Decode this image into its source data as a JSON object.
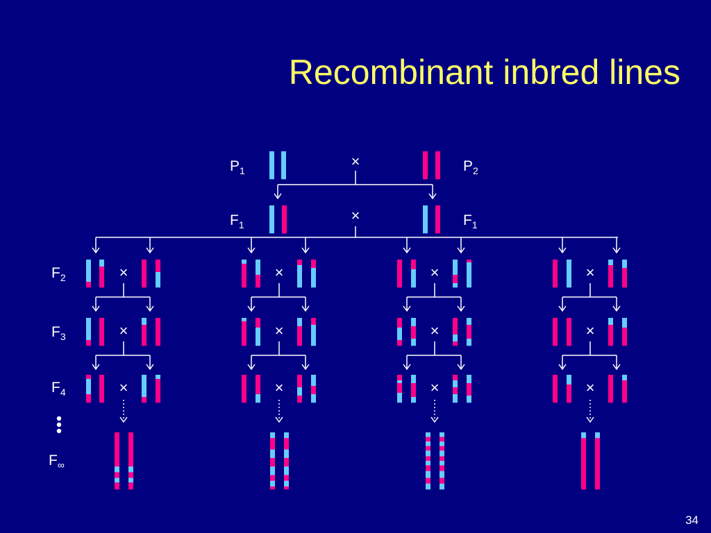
{
  "slide": {
    "title": "Recombinant inbred lines",
    "page_number": "34"
  },
  "labels": {
    "p1": {
      "main": "P",
      "sub": "1"
    },
    "p2": {
      "main": "P",
      "sub": "2"
    },
    "f1_left": {
      "main": "F",
      "sub": "1"
    },
    "f1_right": {
      "main": "F",
      "sub": "1"
    },
    "f2": {
      "main": "F",
      "sub": "2"
    },
    "f3": {
      "main": "F",
      "sub": "3"
    },
    "f4": {
      "main": "F",
      "sub": "4"
    },
    "finf": {
      "main": "F",
      "sub": "∞"
    },
    "cross_symbol": "×"
  },
  "colors": {
    "background": "#000080",
    "title": "#ffff66",
    "parent1": "#66ccff",
    "parent2": "#ff0088",
    "lines": "#ffffff"
  }
}
